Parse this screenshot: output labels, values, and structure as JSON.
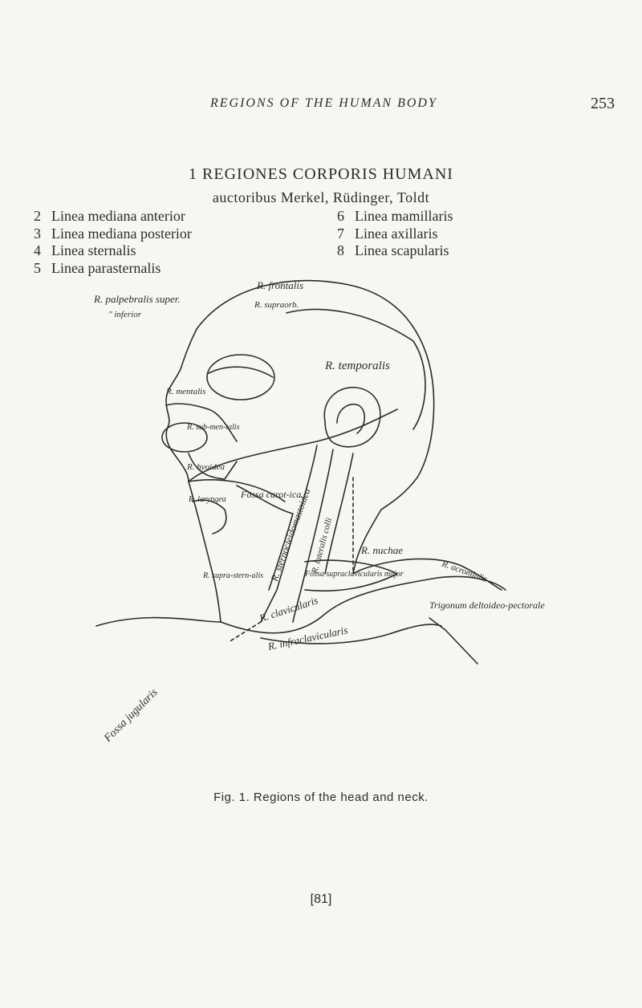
{
  "running_head": {
    "title": "REGIONS OF THE HUMAN BODY",
    "page_number": "253"
  },
  "legend": {
    "title": "1 REGIONES CORPORIS HUMANI",
    "subtitle": "auctoribus Merkel, Rüdinger, Toldt",
    "left_items": [
      {
        "num": "2",
        "text": "Linea mediana anterior"
      },
      {
        "num": "3",
        "text": "Linea mediana posterior"
      },
      {
        "num": "4",
        "text": "Linea sternalis"
      },
      {
        "num": "5",
        "text": "Linea parasternalis"
      }
    ],
    "right_items": [
      {
        "num": "6",
        "text": "Linea mamillaris"
      },
      {
        "num": "7",
        "text": "Linea axillaris"
      },
      {
        "num": "8",
        "text": "Linea scapularis"
      }
    ]
  },
  "figure": {
    "labels": {
      "palpebralis_superior": "R. palpebralis super.",
      "palpebralis_inferior": "\" inferior",
      "frontalis": "R. frontalis",
      "supraorbitalis": "R. supraorb.",
      "temporalis": "R. temporalis",
      "mentalis": "R. mentalis",
      "submentalis": "R. sub-men-talis",
      "hyoidea": "R. hyoidea",
      "fossa_carotica": "Fossa carot-ica",
      "laryngea": "R. laryngea",
      "suprasternalis": "R. supra-stern-alis",
      "nuchae": "R. nuchae",
      "fossa_supraclavicularis": "Fossa supraclavicularis major",
      "clavicularis": "R. clavicularis",
      "infraclavicularis": "R. infraclavicularis",
      "trigonum": "Trigonum deltoideo-pectorale",
      "acromialis": "R. acromialis",
      "sternocleido": "R. sternocleidomastoidea",
      "lateralis_colli": "R. lateralis colli",
      "fossa_jugularis": "Fossa jugularis"
    }
  },
  "caption": "Fig. 1. Regions of the head and neck.",
  "plate_number": "[81]"
}
